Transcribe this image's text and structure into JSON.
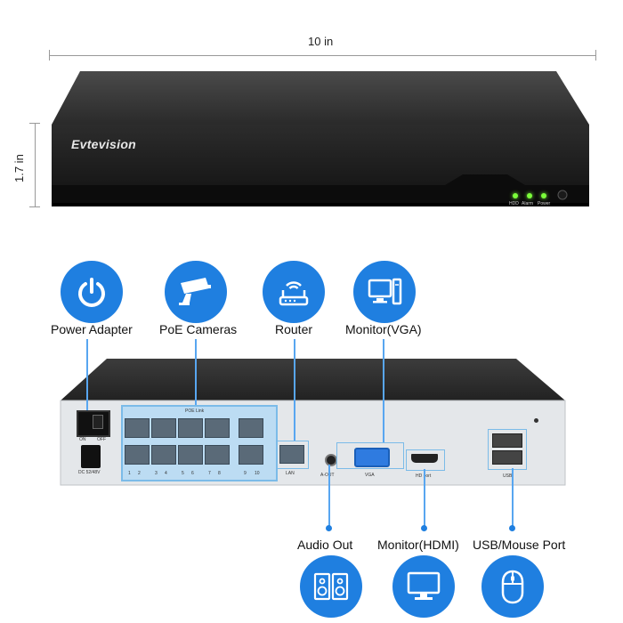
{
  "dimensions": {
    "width_label": "10 in",
    "height_label": "1.7 in"
  },
  "front": {
    "brand": "Evtevision",
    "leds": [
      {
        "label": "HDD",
        "color": "#7bff3a"
      },
      {
        "label": "Alarm",
        "color": "#7bff3a"
      },
      {
        "label": "Power",
        "color": "#7bff3a"
      }
    ]
  },
  "callouts_top": [
    {
      "label": "Power Adapter",
      "icon": "power-icon"
    },
    {
      "label": "PoE Cameras",
      "icon": "camera-icon"
    },
    {
      "label": "Router",
      "icon": "router-icon"
    },
    {
      "label": "Monitor(VGA)",
      "icon": "computer-icon"
    }
  ],
  "callouts_bottom": [
    {
      "label": "Audio Out",
      "icon": "speaker-icon"
    },
    {
      "label": "Monitor(HDMI)",
      "icon": "monitor-icon"
    },
    {
      "label": "USB/Mouse Port",
      "icon": "mouse-icon"
    }
  ],
  "back_panel": {
    "poe_label": "POE Link",
    "switch_labels": [
      "ON",
      "OFF"
    ],
    "dc_label": "DC 52/48V",
    "port_numbers": [
      "1",
      "2",
      "3",
      "4",
      "5",
      "6",
      "7",
      "8",
      "9",
      "10"
    ],
    "lan_label": "LAN",
    "aout_label": "A-OUT",
    "vga_label": "VGA",
    "hdmi_label": "HD port",
    "usb_label": "USB"
  },
  "accent_color": "#1f7fe0"
}
